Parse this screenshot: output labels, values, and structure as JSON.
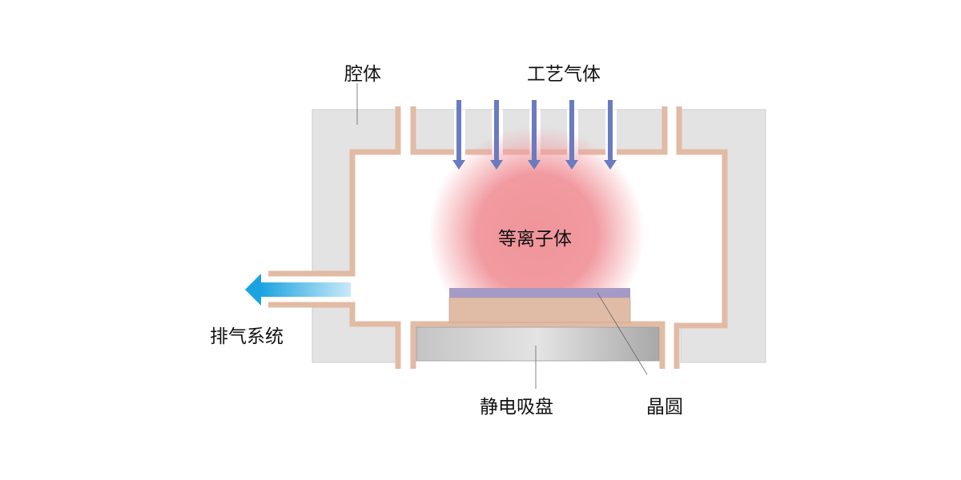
{
  "labels": {
    "chamber": "腔体",
    "process_gas": "工艺气体",
    "plasma": "等离子体",
    "exhaust": "排气系统",
    "esc": "静电吸盘",
    "wafer": "晶圆"
  },
  "colors": {
    "wall": "#e2bba5",
    "block": "#e3e3e3",
    "gas_arrow": "#6a7bbf",
    "plasma": "#f0959a",
    "wafer": "#a59ac6",
    "exhaust": "#1aa3e0"
  }
}
